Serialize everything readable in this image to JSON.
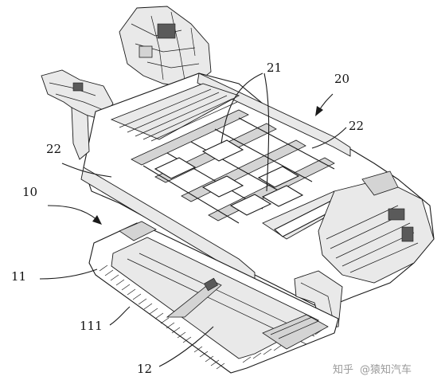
{
  "labels": {
    "body_assembly": "20",
    "floor_crossmembers": "21",
    "side_sill_right": "22",
    "side_sill_left": "22",
    "battery_assembly": "10",
    "battery_tray": "11",
    "tray_frame": "111",
    "battery_cover": "12"
  },
  "watermark": {
    "site": "知乎",
    "author": "@猿知汽车"
  }
}
